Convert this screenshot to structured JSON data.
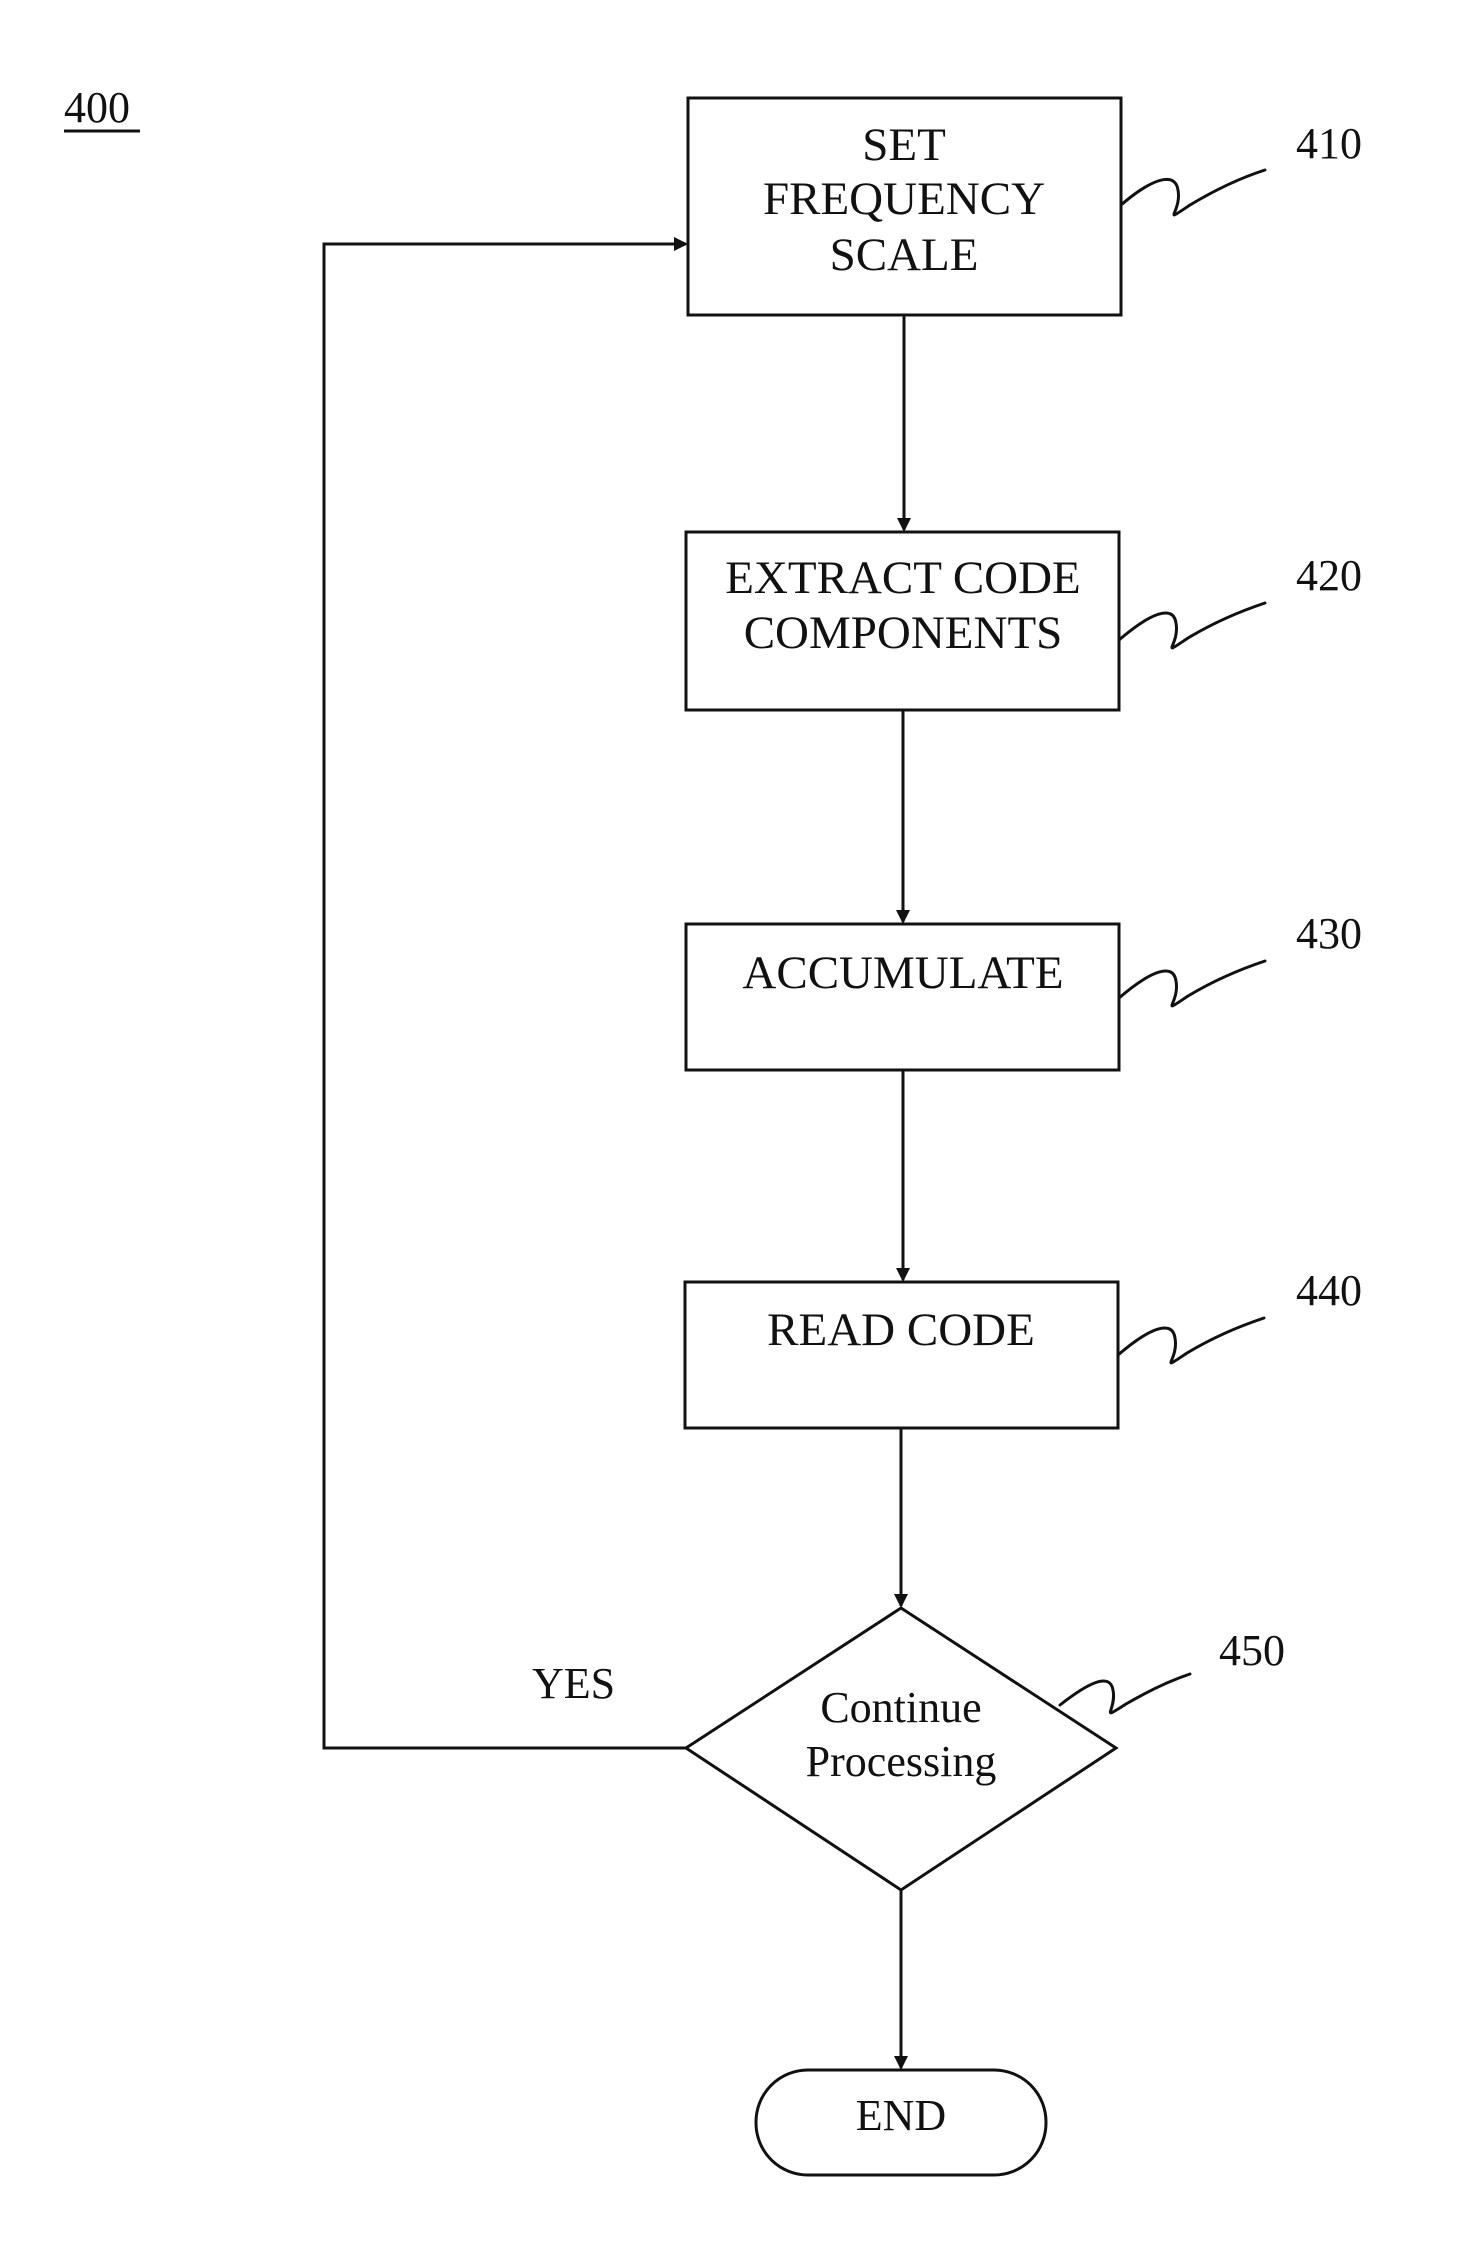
{
  "figure": {
    "number": "400"
  },
  "steps": [
    {
      "ref": "410",
      "lines": [
        "SET",
        "FREQUENCY",
        "SCALE"
      ]
    },
    {
      "ref": "420",
      "lines": [
        "EXTRACT CODE",
        "COMPONENTS"
      ]
    },
    {
      "ref": "430",
      "lines": [
        "ACCUMULATE"
      ]
    },
    {
      "ref": "440",
      "lines": [
        "READ CODE"
      ]
    }
  ],
  "decision": {
    "ref": "450",
    "lines": [
      "Continue",
      "Processing"
    ],
    "yes_label": "YES"
  },
  "terminal": {
    "label": "END"
  },
  "colors": {
    "ink": "#111111",
    "background": "#ffffff"
  }
}
